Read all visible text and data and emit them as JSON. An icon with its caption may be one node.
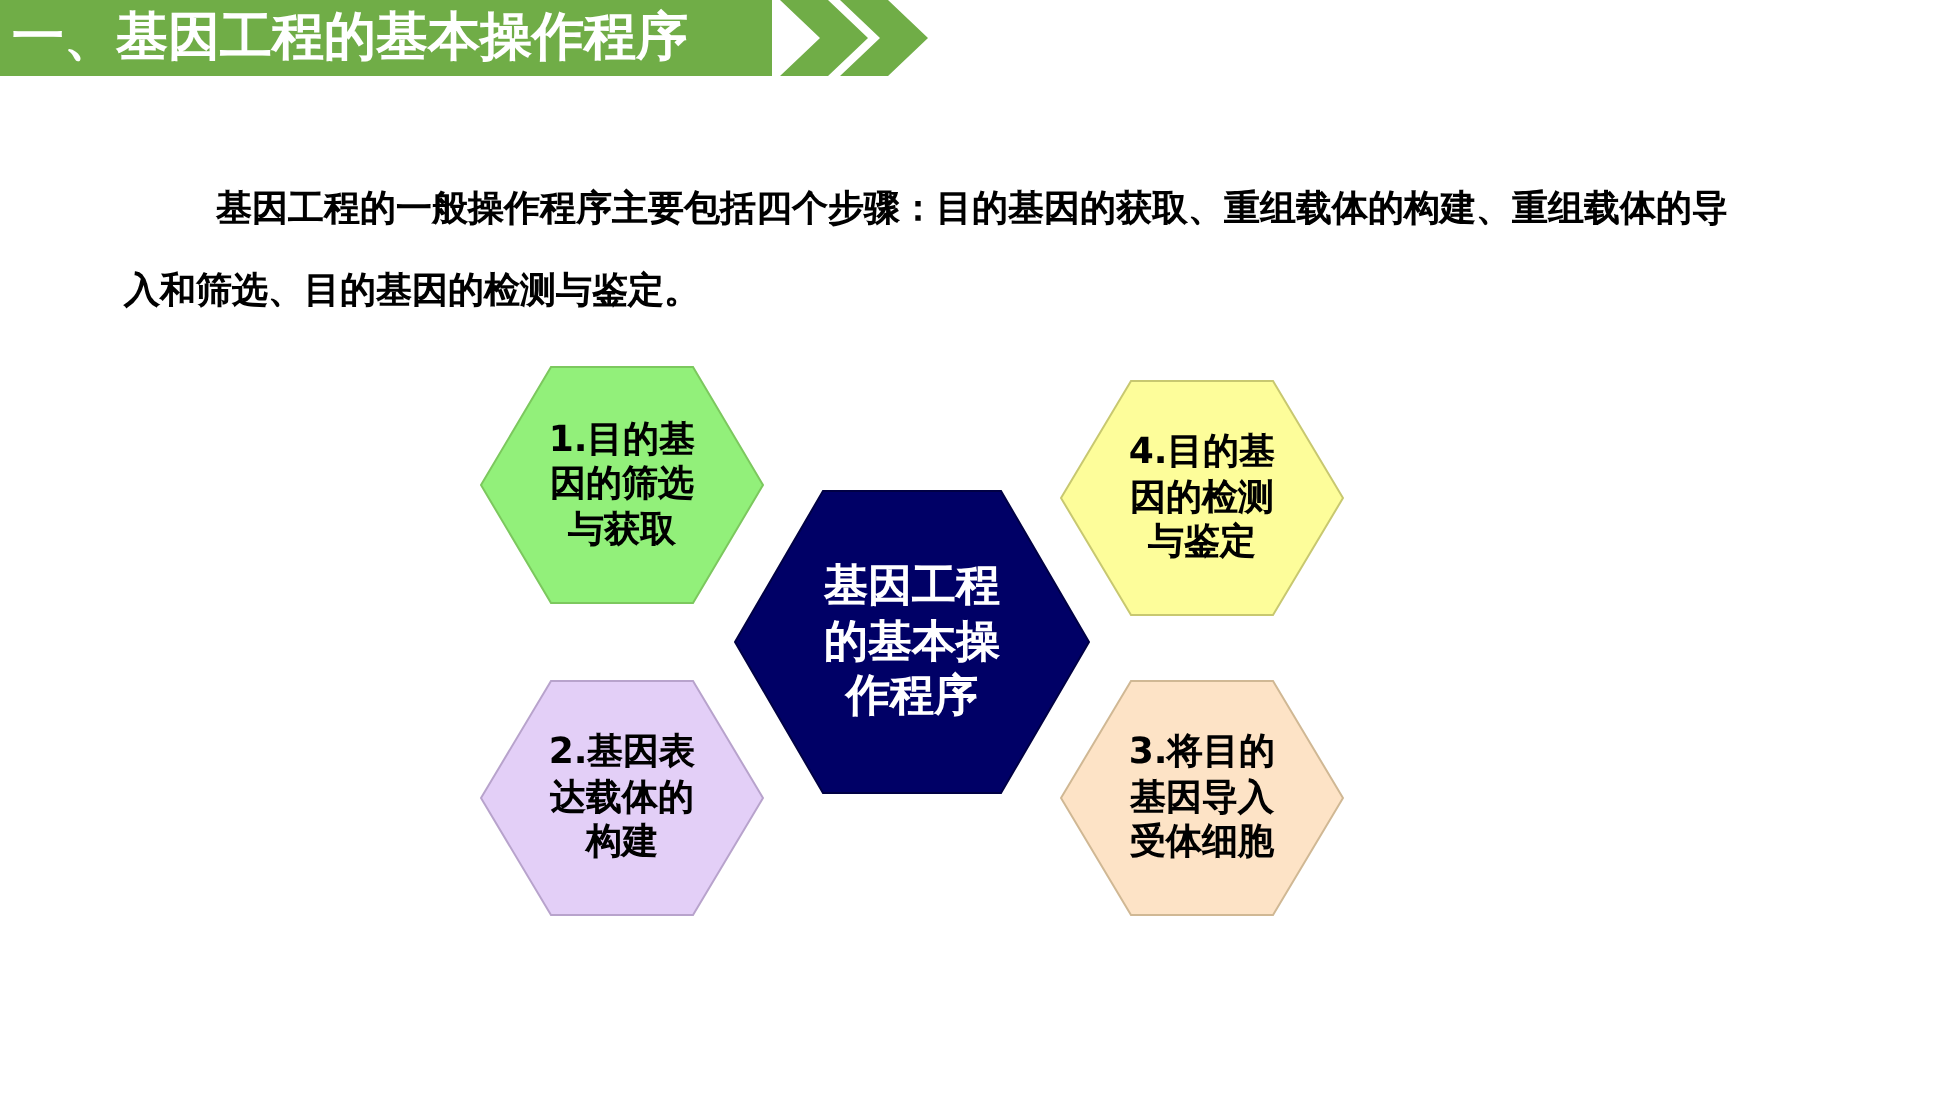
{
  "diagram": {
    "title": "一、基因工程的基本操作程序",
    "nodes": [
      {
        "text": [
          "1.目的基因的筛选与获取"
        ]
      },
      {
        "text": [
          "4.目的基因的检测与鉴定"
        ]
      },
      {
        "text": [
          "基因工程的基本操作程序"
        ]
      },
      {
        "text": [
          "2.基因表达载体的构建"
        ]
      },
      {
        "text": [
          "3.将目的基因导入受体细胞"
        ]
      }
    ],
    "labels": [
      "基因工程的一般操作程序主要包括四个步骤：目的基因的获取、重组载体的构建、重组载体的导入和筛选、目的基因的检测与鉴定。"
    ]
  }
}
